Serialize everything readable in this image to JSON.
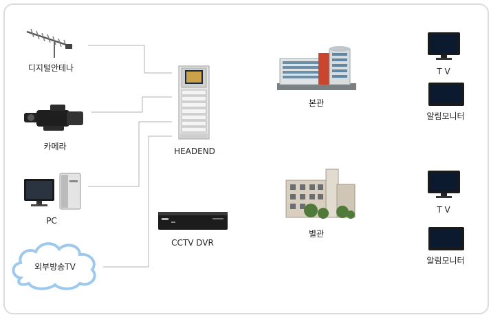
{
  "sources": {
    "antenna": "디지털안테나",
    "camera": "카메라",
    "pc": "PC",
    "external": "외부방송TV"
  },
  "headend": "HEADEND",
  "dvr": "CCTV DVR",
  "buildings": {
    "main": "본관",
    "annex": "별관"
  },
  "displays": {
    "tv_top": "T V",
    "notice_top": "알림모니터",
    "tv_bottom": "T V",
    "notice_bottom": "알림모니터"
  },
  "colors": {
    "line": "#b0b0b0",
    "frame": "#dcdcdc",
    "cloud": "#9ec9ee",
    "screen": "#0b1a2e"
  }
}
